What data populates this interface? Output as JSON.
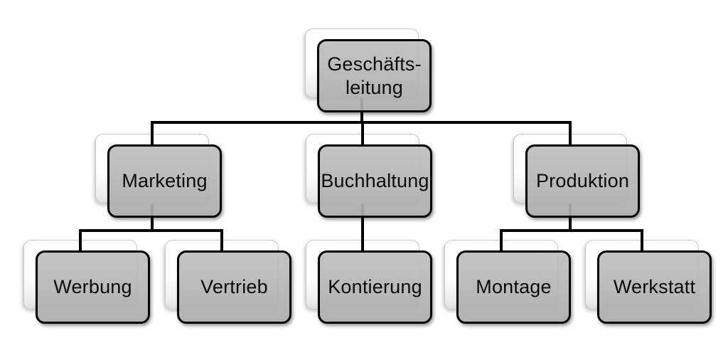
{
  "diagram": {
    "type": "org-chart",
    "language": "de",
    "nodes": [
      {
        "id": "geschaeftsleitung",
        "label": "Geschäfts-\nleitung",
        "level": 1,
        "parent": null
      },
      {
        "id": "marketing",
        "label": "Marketing",
        "level": 2,
        "parent": "geschaeftsleitung"
      },
      {
        "id": "buchhaltung",
        "label": "Buchhaltung",
        "level": 2,
        "parent": "geschaeftsleitung"
      },
      {
        "id": "produktion",
        "label": "Produktion",
        "level": 2,
        "parent": "geschaeftsleitung"
      },
      {
        "id": "werbung",
        "label": "Werbung",
        "level": 3,
        "parent": "marketing"
      },
      {
        "id": "vertrieb",
        "label": "Vertrieb",
        "level": 3,
        "parent": "marketing"
      },
      {
        "id": "kontierung",
        "label": "Kontierung",
        "level": 3,
        "parent": "buchhaltung"
      },
      {
        "id": "montage",
        "label": "Montage",
        "level": 3,
        "parent": "produktion"
      },
      {
        "id": "werkstatt",
        "label": "Werkstatt",
        "level": 3,
        "parent": "produktion"
      }
    ],
    "edges": [
      [
        "geschaeftsleitung",
        "marketing"
      ],
      [
        "geschaeftsleitung",
        "buchhaltung"
      ],
      [
        "geschaeftsleitung",
        "produktion"
      ],
      [
        "marketing",
        "werbung"
      ],
      [
        "marketing",
        "vertrieb"
      ],
      [
        "buchhaltung",
        "kontierung"
      ],
      [
        "produktion",
        "montage"
      ],
      [
        "produktion",
        "werkstatt"
      ]
    ],
    "colors": {
      "background": "#ffffff",
      "node_fill": "#bcbcbc",
      "node_border": "#000000",
      "back_card_fill": "#ffffff",
      "back_card_border": "#c6c6c6",
      "connector": "#000000",
      "text": "#0b0b0b"
    }
  }
}
